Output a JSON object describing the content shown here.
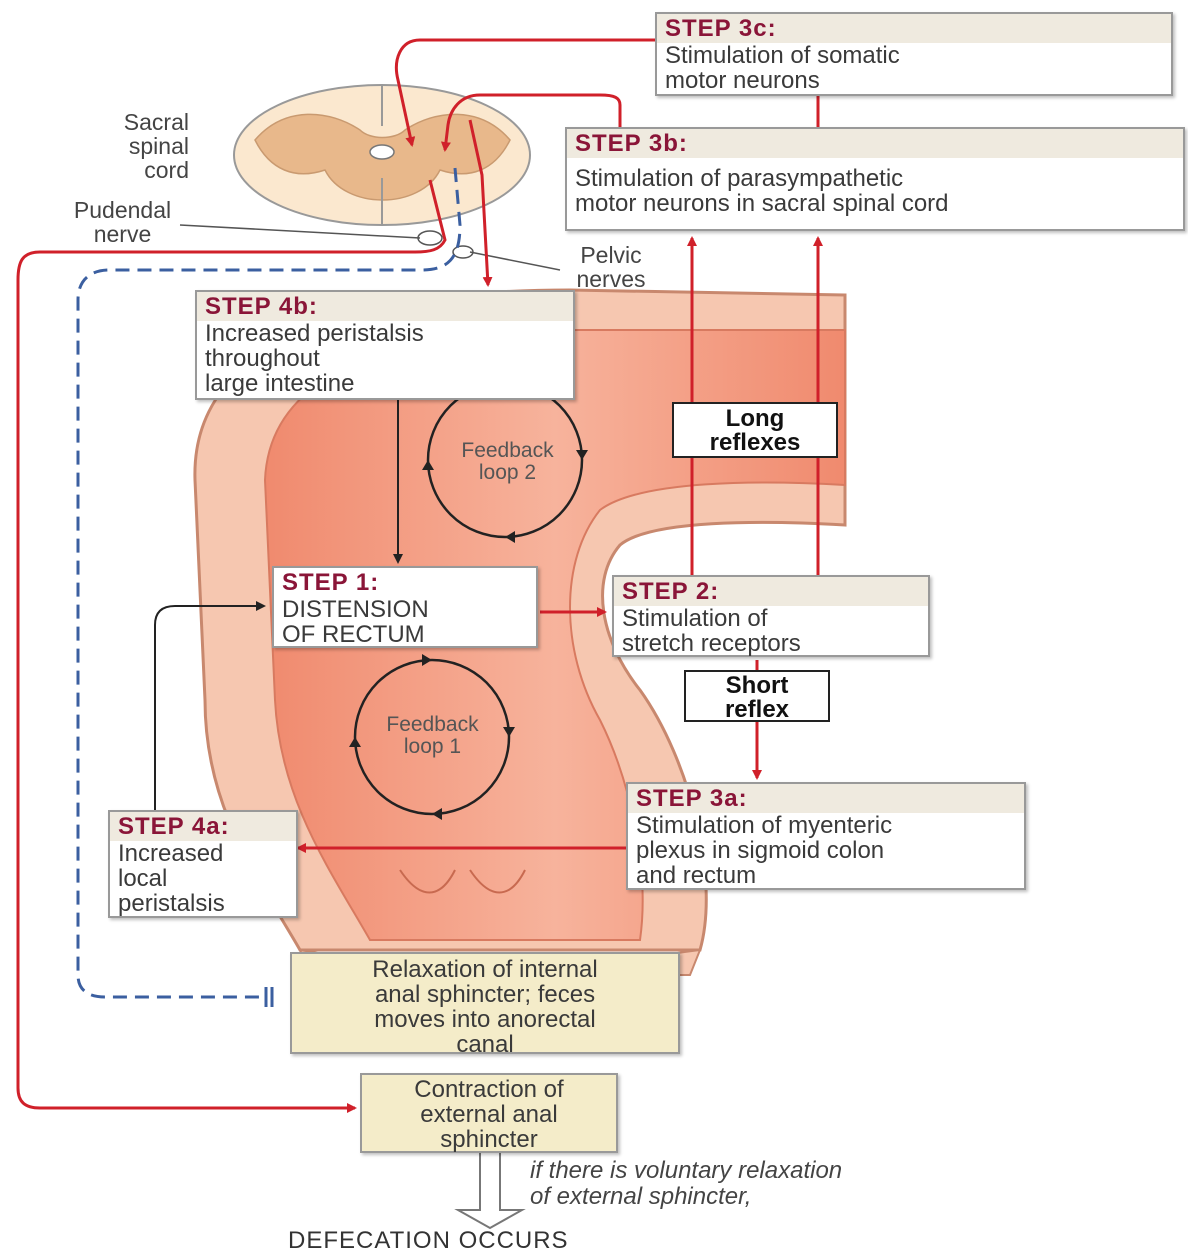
{
  "labels": {
    "spinal_cord": [
      "Sacral",
      "spinal",
      "cord"
    ],
    "pudendal": [
      "Pudendal",
      "nerve"
    ],
    "pelvic": [
      "Pelvic",
      "nerves"
    ]
  },
  "steps": {
    "s3c": {
      "title": "STEP 3c:",
      "lines": [
        "Stimulation of somatic",
        "motor neurons"
      ]
    },
    "s3b": {
      "title": "STEP 3b:",
      "lines": [
        "Stimulation of parasympathetic",
        "motor neurons in sacral spinal cord"
      ]
    },
    "s4b": {
      "title": "STEP 4b:",
      "lines": [
        "Increased peristalsis",
        "throughout",
        "large intestine"
      ]
    },
    "s1": {
      "title": "STEP 1:",
      "lines": [
        "DISTENSION",
        "OF RECTUM"
      ]
    },
    "s2": {
      "title": "STEP 2:",
      "lines": [
        "Stimulation of",
        "stretch receptors"
      ]
    },
    "s3a": {
      "title": "STEP 3a:",
      "lines": [
        "Stimulation of myenteric",
        "plexus in sigmoid colon",
        "and rectum"
      ]
    },
    "s4a": {
      "title": "STEP 4a:",
      "lines": [
        "Increased",
        "local",
        "peristalsis"
      ]
    }
  },
  "tags": {
    "long": [
      "Long",
      "reflexes"
    ],
    "short": [
      "Short",
      "reflex"
    ]
  },
  "loops": {
    "loop2": [
      "Feedback",
      "loop 2"
    ],
    "loop1": [
      "Feedback",
      "loop 1"
    ]
  },
  "relaxation": [
    "Relaxation of internal",
    "anal sphincter; feces",
    "moves into anorectal",
    "canal"
  ],
  "contraction": [
    "Contraction of",
    "external anal",
    "sphincter"
  ],
  "voluntary": [
    "if there is voluntary relaxation",
    "of external sphincter,"
  ],
  "outcome": "DEFECATION OCCURS",
  "colors": {
    "red": "#d0202a",
    "blue": "#3b5fa0",
    "tissue": "#f3a48c",
    "wall": "#f6c7b0",
    "cream": "#f4ecc9"
  }
}
